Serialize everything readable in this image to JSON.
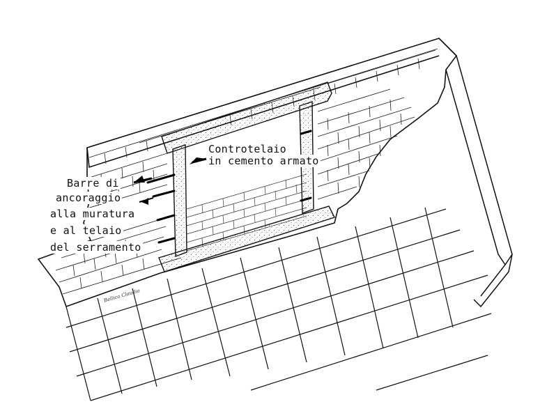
{
  "labels": {
    "frame_line1": "Controtelaio",
    "frame_line2": "in cemento armato",
    "bars_line1": "Barre di",
    "bars_line2": "ancoraggio",
    "bars_line3": "alla muratura",
    "bars_line4": "e al telaio",
    "bars_line5": "del serramento"
  },
  "signature": "Bellica Claudio",
  "colors": {
    "ink": "#111111",
    "paper": "#ffffff"
  }
}
